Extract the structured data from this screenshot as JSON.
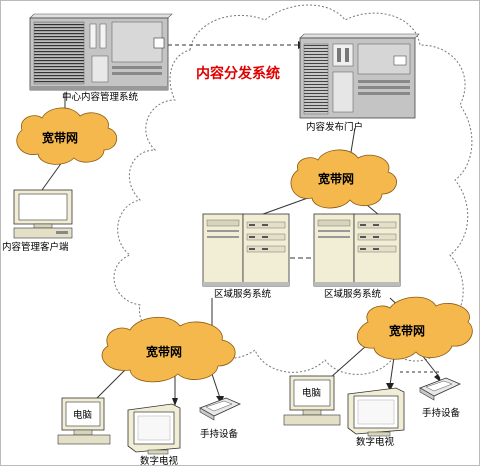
{
  "diagram": {
    "central_server_label": "中心内容管理系统",
    "cloud_title": "内容分发系统",
    "portal_server_label": "内容发布门户",
    "broadband_label": "宽带网",
    "client_label": "内容管理客户端",
    "regional_server_label": "区域服务系统",
    "pc_label": "电脑",
    "tv_label": "数字电视",
    "handheld_label": "手持设备"
  },
  "colors": {
    "cloud_fill": "#f5b84c",
    "title_red": "#e00000",
    "server_body": "#c8c8c8",
    "tower_body": "#f2eed6",
    "screen": "#ffffff"
  }
}
